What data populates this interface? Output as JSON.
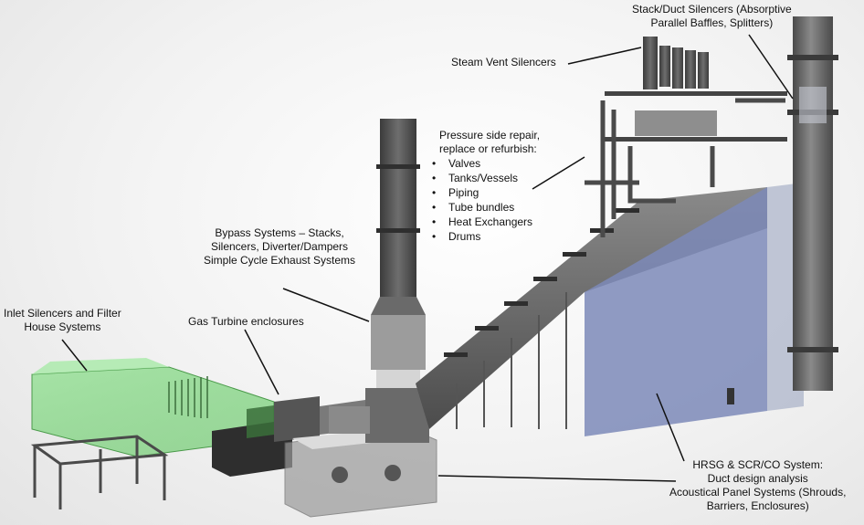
{
  "callouts": {
    "stack_duct": [
      "Stack/Duct Silencers (Absorptive",
      "Parallel Baffles, Splitters)"
    ],
    "steam_vent": "Steam Vent Silencers",
    "pressure_side": {
      "heading": [
        "Pressure side repair,",
        "replace or refurbish:"
      ],
      "items": [
        "Valves",
        "Tanks/Vessels",
        "Piping",
        "Tube bundles",
        "Heat Exchangers",
        "Drums"
      ]
    },
    "bypass": [
      "Bypass Systems – Stacks,",
      "Silencers, Diverter/Dampers",
      "Simple Cycle Exhaust Systems"
    ],
    "inlet": [
      "Inlet Silencers and Filter",
      "House Systems"
    ],
    "gas_turbine": "Gas Turbine enclosures",
    "hrsg": [
      "HRSG & SCR/CO System:",
      "Duct design analysis",
      "Acoustical Panel Systems (Shrouds,",
      "Barriers, Enclosures)"
    ]
  },
  "colors": {
    "steel": "#5e5e5e",
    "steel_dark": "#3a3a3a",
    "inlet_green": "#6fcf6f",
    "panel_blue": "#7d89b8",
    "pointer": "#111111"
  }
}
